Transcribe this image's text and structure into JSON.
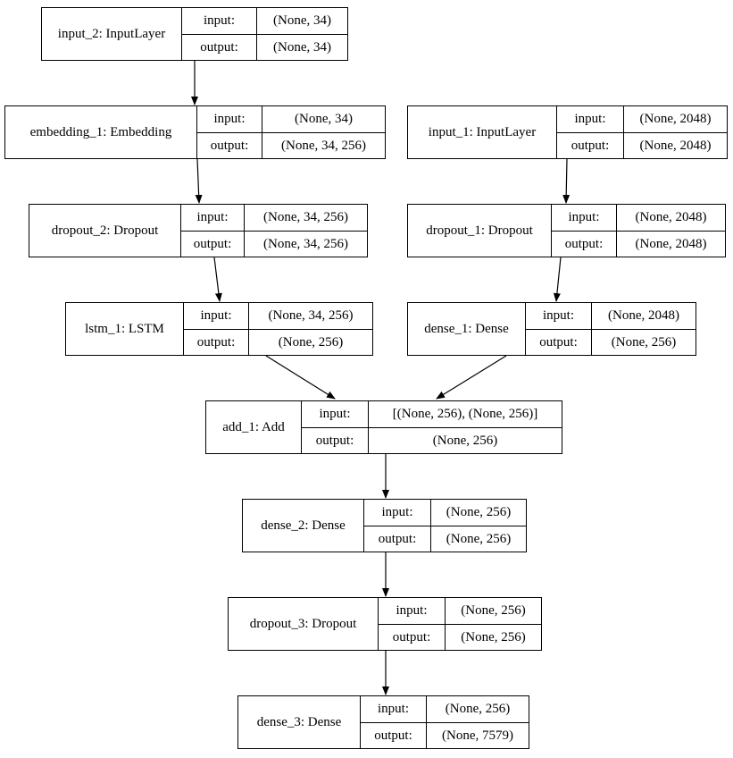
{
  "diagram": {
    "kind": "keras-model-architecture-graph",
    "labels": {
      "input": "input:",
      "output": "output:"
    },
    "colors": {
      "border": "#000000",
      "background": "#ffffff",
      "text": "#000000"
    },
    "nodes": [
      {
        "id": "input_2",
        "title": "input_2: InputLayer",
        "input_shape": "(None, 34)",
        "output_shape": "(None, 34)"
      },
      {
        "id": "embedding_1",
        "title": "embedding_1: Embedding",
        "input_shape": "(None, 34)",
        "output_shape": "(None, 34, 256)"
      },
      {
        "id": "input_1",
        "title": "input_1: InputLayer",
        "input_shape": "(None, 2048)",
        "output_shape": "(None, 2048)"
      },
      {
        "id": "dropout_2",
        "title": "dropout_2: Dropout",
        "input_shape": "(None, 34, 256)",
        "output_shape": "(None, 34, 256)"
      },
      {
        "id": "dropout_1",
        "title": "dropout_1: Dropout",
        "input_shape": "(None, 2048)",
        "output_shape": "(None, 2048)"
      },
      {
        "id": "lstm_1",
        "title": "lstm_1: LSTM",
        "input_shape": "(None, 34, 256)",
        "output_shape": "(None, 256)"
      },
      {
        "id": "dense_1",
        "title": "dense_1: Dense",
        "input_shape": "(None, 2048)",
        "output_shape": "(None, 256)"
      },
      {
        "id": "add_1",
        "title": "add_1: Add",
        "input_shape": "[(None, 256), (None, 256)]",
        "output_shape": "(None, 256)"
      },
      {
        "id": "dense_2",
        "title": "dense_2: Dense",
        "input_shape": "(None, 256)",
        "output_shape": "(None, 256)"
      },
      {
        "id": "dropout_3",
        "title": "dropout_3: Dropout",
        "input_shape": "(None, 256)",
        "output_shape": "(None, 256)"
      },
      {
        "id": "dense_3",
        "title": "dense_3: Dense",
        "input_shape": "(None, 256)",
        "output_shape": "(None, 7579)"
      }
    ],
    "edges": [
      [
        "input_2",
        "embedding_1"
      ],
      [
        "embedding_1",
        "dropout_2"
      ],
      [
        "dropout_2",
        "lstm_1"
      ],
      [
        "lstm_1",
        "add_1"
      ],
      [
        "input_1",
        "dropout_1"
      ],
      [
        "dropout_1",
        "dense_1"
      ],
      [
        "dense_1",
        "add_1"
      ],
      [
        "add_1",
        "dense_2"
      ],
      [
        "dense_2",
        "dropout_3"
      ],
      [
        "dropout_3",
        "dense_3"
      ]
    ]
  }
}
